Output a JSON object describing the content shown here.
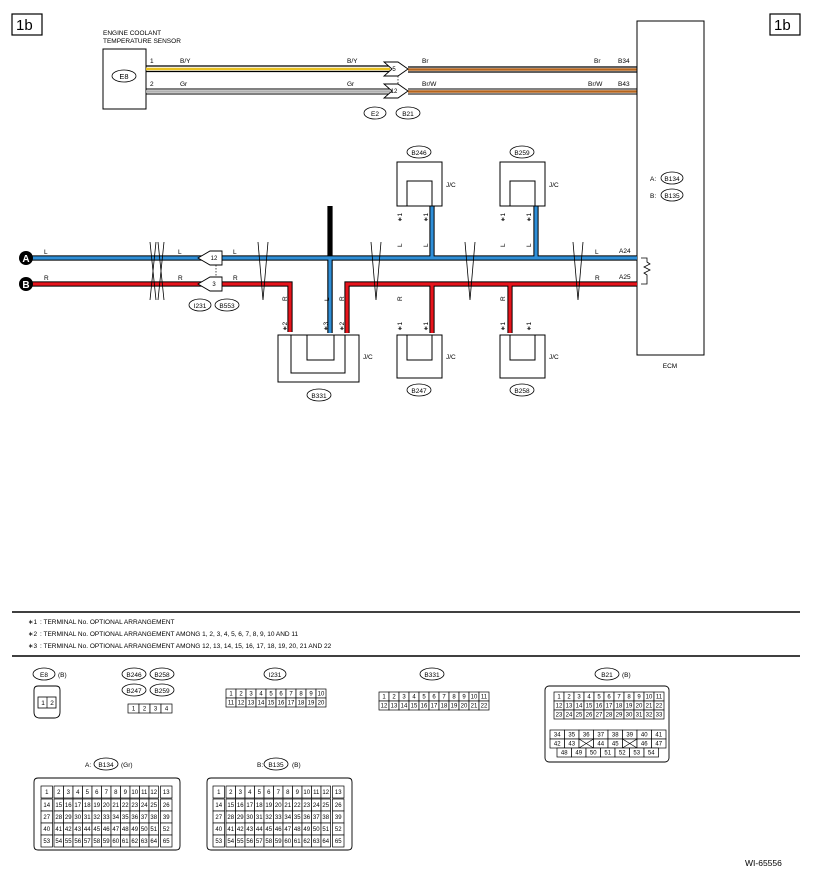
{
  "page_label": "1b",
  "sensor": {
    "title_line1": "ENGINE COOLANT",
    "title_line2": "TEMPERATURE SENSOR",
    "id": "E8"
  },
  "wires_top": [
    {
      "pin": "1",
      "color1": "B/Y",
      "color2": "B/Y",
      "conn_pin": "5",
      "color3": "Br",
      "color4": "Br",
      "ecm_term": "B34"
    },
    {
      "pin": "2",
      "color1": "Gr",
      "color2": "Gr",
      "conn_pin": "12",
      "color3": "Br/W",
      "color4": "Br/W",
      "ecm_term": "B43"
    }
  ],
  "top_connectors": [
    "E2",
    "B21"
  ],
  "ecm": {
    "label": "ECM",
    "conn_a": "A:",
    "conn_a_id": "B134",
    "conn_b": "B:",
    "conn_b_id": "B135",
    "term_l": "A24",
    "term_r": "A25"
  },
  "bus_inputs": [
    {
      "marker": "A",
      "color": "L"
    },
    {
      "marker": "B",
      "color": "R"
    }
  ],
  "bus_connector": {
    "pins": [
      "12",
      "3"
    ],
    "labels": [
      "I231",
      "B553"
    ]
  },
  "joint_connectors": [
    {
      "id": "B246",
      "label": "J/C"
    },
    {
      "id": "B259",
      "label": "J/C"
    },
    {
      "id": "B331",
      "label": "J/C"
    },
    {
      "id": "B247",
      "label": "J/C"
    },
    {
      "id": "B258",
      "label": "J/C"
    }
  ],
  "wire_colors": {
    "blue": "L",
    "red": "R"
  },
  "stars": [
    "∗1",
    "∗2",
    "∗3"
  ],
  "notes": [
    {
      "mark": "∗1",
      "text": ": TERMINAL No. OPTIONAL ARRANGEMENT"
    },
    {
      "mark": "∗2",
      "text": ": TERMINAL No. OPTIONAL ARRANGEMENT AMONG 1, 2, 3, 4, 5, 6, 7, 8, 9, 10 AND 11"
    },
    {
      "mark": "∗3",
      "text": ": TERMINAL No. OPTIONAL ARRANGEMENT AMONG 12, 13, 14, 15, 16, 17, 18, 19, 20, 21 AND 22"
    }
  ],
  "pinouts": {
    "e8": {
      "id": "E8",
      "suffix": "(B)",
      "pins": [
        "1",
        "2"
      ]
    },
    "jc4": {
      "ids": [
        "B246",
        "B258",
        "B247",
        "B259"
      ],
      "pins": [
        "1",
        "2",
        "3",
        "4"
      ]
    },
    "i231": {
      "id": "I231",
      "rows": [
        [
          "1",
          "2",
          "3",
          "4",
          "5",
          "6",
          "7",
          "8",
          "9",
          "10"
        ],
        [
          "11",
          "12",
          "13",
          "14",
          "15",
          "16",
          "17",
          "18",
          "19",
          "20"
        ]
      ]
    },
    "b331": {
      "id": "B331",
      "rows": [
        [
          "1",
          "2",
          "3",
          "4",
          "5",
          "6",
          "7",
          "8",
          "9",
          "10",
          "11"
        ],
        [
          "12",
          "13",
          "14",
          "15",
          "16",
          "17",
          "18",
          "19",
          "20",
          "21",
          "22"
        ]
      ]
    },
    "b21": {
      "id": "B21",
      "suffix": "(B)",
      "rows_top": [
        [
          "1",
          "2",
          "3",
          "4",
          "5",
          "6",
          "7",
          "8",
          "9",
          "10",
          "11"
        ],
        [
          "12",
          "13",
          "14",
          "15",
          "16",
          "17",
          "18",
          "19",
          "20",
          "21",
          "22"
        ],
        [
          "23",
          "24",
          "25",
          "26",
          "27",
          "28",
          "29",
          "30",
          "31",
          "32",
          "33"
        ]
      ],
      "rows_bottom": [
        [
          "34",
          "35",
          "36",
          "37",
          "38",
          "39",
          "40",
          "41"
        ],
        [
          "42",
          "43",
          "",
          "44",
          "45",
          "",
          "46",
          "47"
        ],
        [
          "48",
          "49",
          "50",
          "51",
          "52",
          "53",
          "54"
        ]
      ]
    },
    "b134": {
      "prefix": "A:",
      "id": "B134",
      "suffix": "(Gr)"
    },
    "b135": {
      "prefix": "B:",
      "id": "B135",
      "suffix": "(B)"
    },
    "ecm_grid": {
      "row1": [
        "1",
        "2",
        "3",
        "4",
        "5",
        "6",
        "7",
        "8",
        "9",
        "10",
        "11",
        "12",
        "13"
      ],
      "row2_left": "14",
      "row2": [
        "15",
        "16",
        "17",
        "18",
        "19",
        "20",
        "21",
        "22",
        "23",
        "24",
        "25"
      ],
      "row2_right": "26",
      "row3_left": "27",
      "row3": [
        "28",
        "29",
        "30",
        "31",
        "32",
        "33",
        "34",
        "35",
        "36",
        "37",
        "38"
      ],
      "row3_right": "39",
      "row4_left": "40",
      "row4": [
        "41",
        "42",
        "43",
        "44",
        "45",
        "46",
        "47",
        "48",
        "49",
        "50",
        "51"
      ],
      "row4_right": "52",
      "row5_left": "53",
      "row5": [
        "54",
        "55",
        "56",
        "57",
        "58",
        "59",
        "60",
        "61",
        "62",
        "63",
        "64"
      ],
      "row5_right": "65"
    }
  },
  "footer_code": "WI-65556",
  "colors": {
    "blue_wire": "#2f8fd8",
    "red_wire": "#e8141c",
    "brown_wire": "#b5651d",
    "gray_wire": "#b0b0b0",
    "yellow_wire": "#e8c020"
  }
}
